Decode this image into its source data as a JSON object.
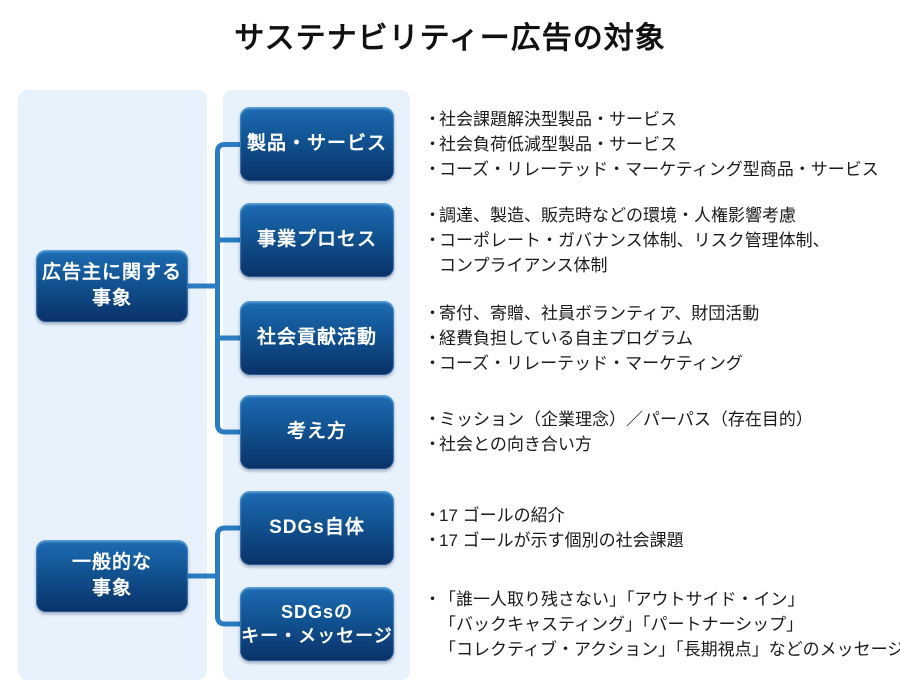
{
  "title": "サステナビリティー広告の対象",
  "colors": {
    "panel_bg": "#e8f2fc",
    "box_gradient_top": "#1c6cb3",
    "box_gradient_bottom": "#0a3168",
    "connector": "#2b7cc1",
    "box_text": "#ffffff",
    "body_text": "#1a1a1a"
  },
  "parents": [
    {
      "lines": [
        "広告主に関する",
        "事象"
      ]
    },
    {
      "lines": [
        "一般的な",
        "事象"
      ]
    }
  ],
  "items": [
    {
      "box_lines": [
        "製品・サービス"
      ],
      "bullets": [
        {
          "m": "・",
          "t": "社会課題解決型製品・サービス"
        },
        {
          "m": "・",
          "t": "社会負荷低減型製品・サービス"
        },
        {
          "m": "・",
          "t": "コーズ・リレーテッド・マーケティング型商品・サービス"
        }
      ]
    },
    {
      "box_lines": [
        "事業プロセス"
      ],
      "bullets": [
        {
          "m": "・",
          "t": "調達、製造、販売時などの環境・人権影響考慮"
        },
        {
          "m": "・",
          "t": "コーポレート・ガバナンス体制、リスク管理体制、"
        },
        {
          "m": "",
          "t": "コンプライアンス体制"
        }
      ]
    },
    {
      "box_lines": [
        "社会貢献活動"
      ],
      "bullets": [
        {
          "m": "・",
          "t": "寄付、寄贈、社員ボランティア、財団活動"
        },
        {
          "m": "・",
          "t": "経費負担している自主プログラム"
        },
        {
          "m": "・",
          "t": "コーズ・リレーテッド・マーケティング"
        }
      ]
    },
    {
      "box_lines": [
        "考え方"
      ],
      "bullets": [
        {
          "m": "・",
          "t": "ミッション（企業理念）／パーパス（存在目的）"
        },
        {
          "m": "・",
          "t": "社会との向き合い方"
        }
      ]
    },
    {
      "box_lines": [
        "SDGs自体"
      ],
      "bullets": [
        {
          "m": "・",
          "t": "17 ゴールの紹介"
        },
        {
          "m": "・",
          "t": "17 ゴールが示す個別の社会課題"
        }
      ]
    },
    {
      "box_lines": [
        "SDGsの",
        "キー・メッセージ"
      ],
      "bullets": [
        {
          "m": "・",
          "t": "「誰一人取り残さない」「アウトサイド・イン」"
        },
        {
          "m": "",
          "t": "「バックキャスティング」「パートナーシップ」"
        },
        {
          "m": "",
          "t": "「コレクティブ・アクション」「長期視点」などのメッセージ"
        }
      ]
    }
  ]
}
